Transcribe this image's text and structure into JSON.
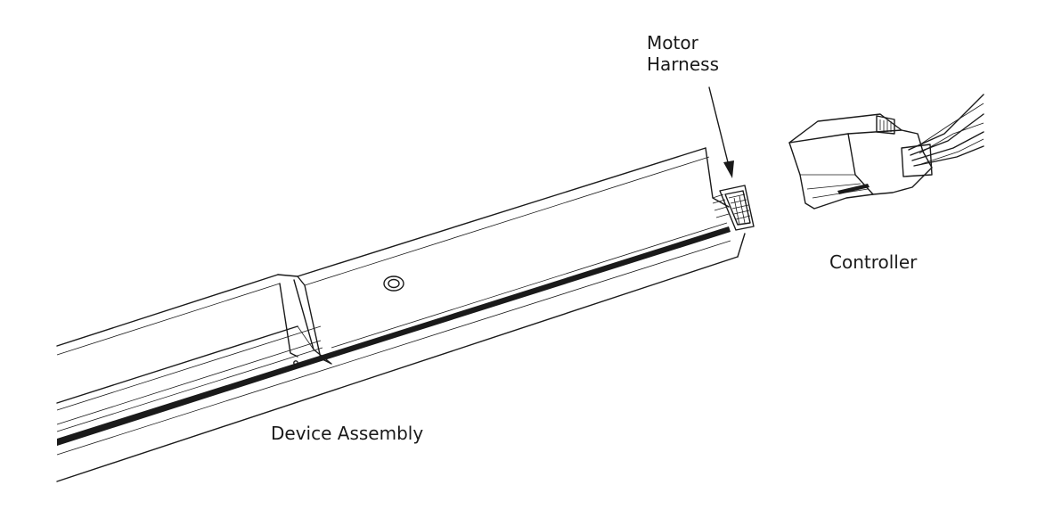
{
  "labels": {
    "motor_harness_line1": "Motor",
    "motor_harness_line2": "Harness",
    "controller": "Controller",
    "device_assembly": "Device Assembly"
  }
}
